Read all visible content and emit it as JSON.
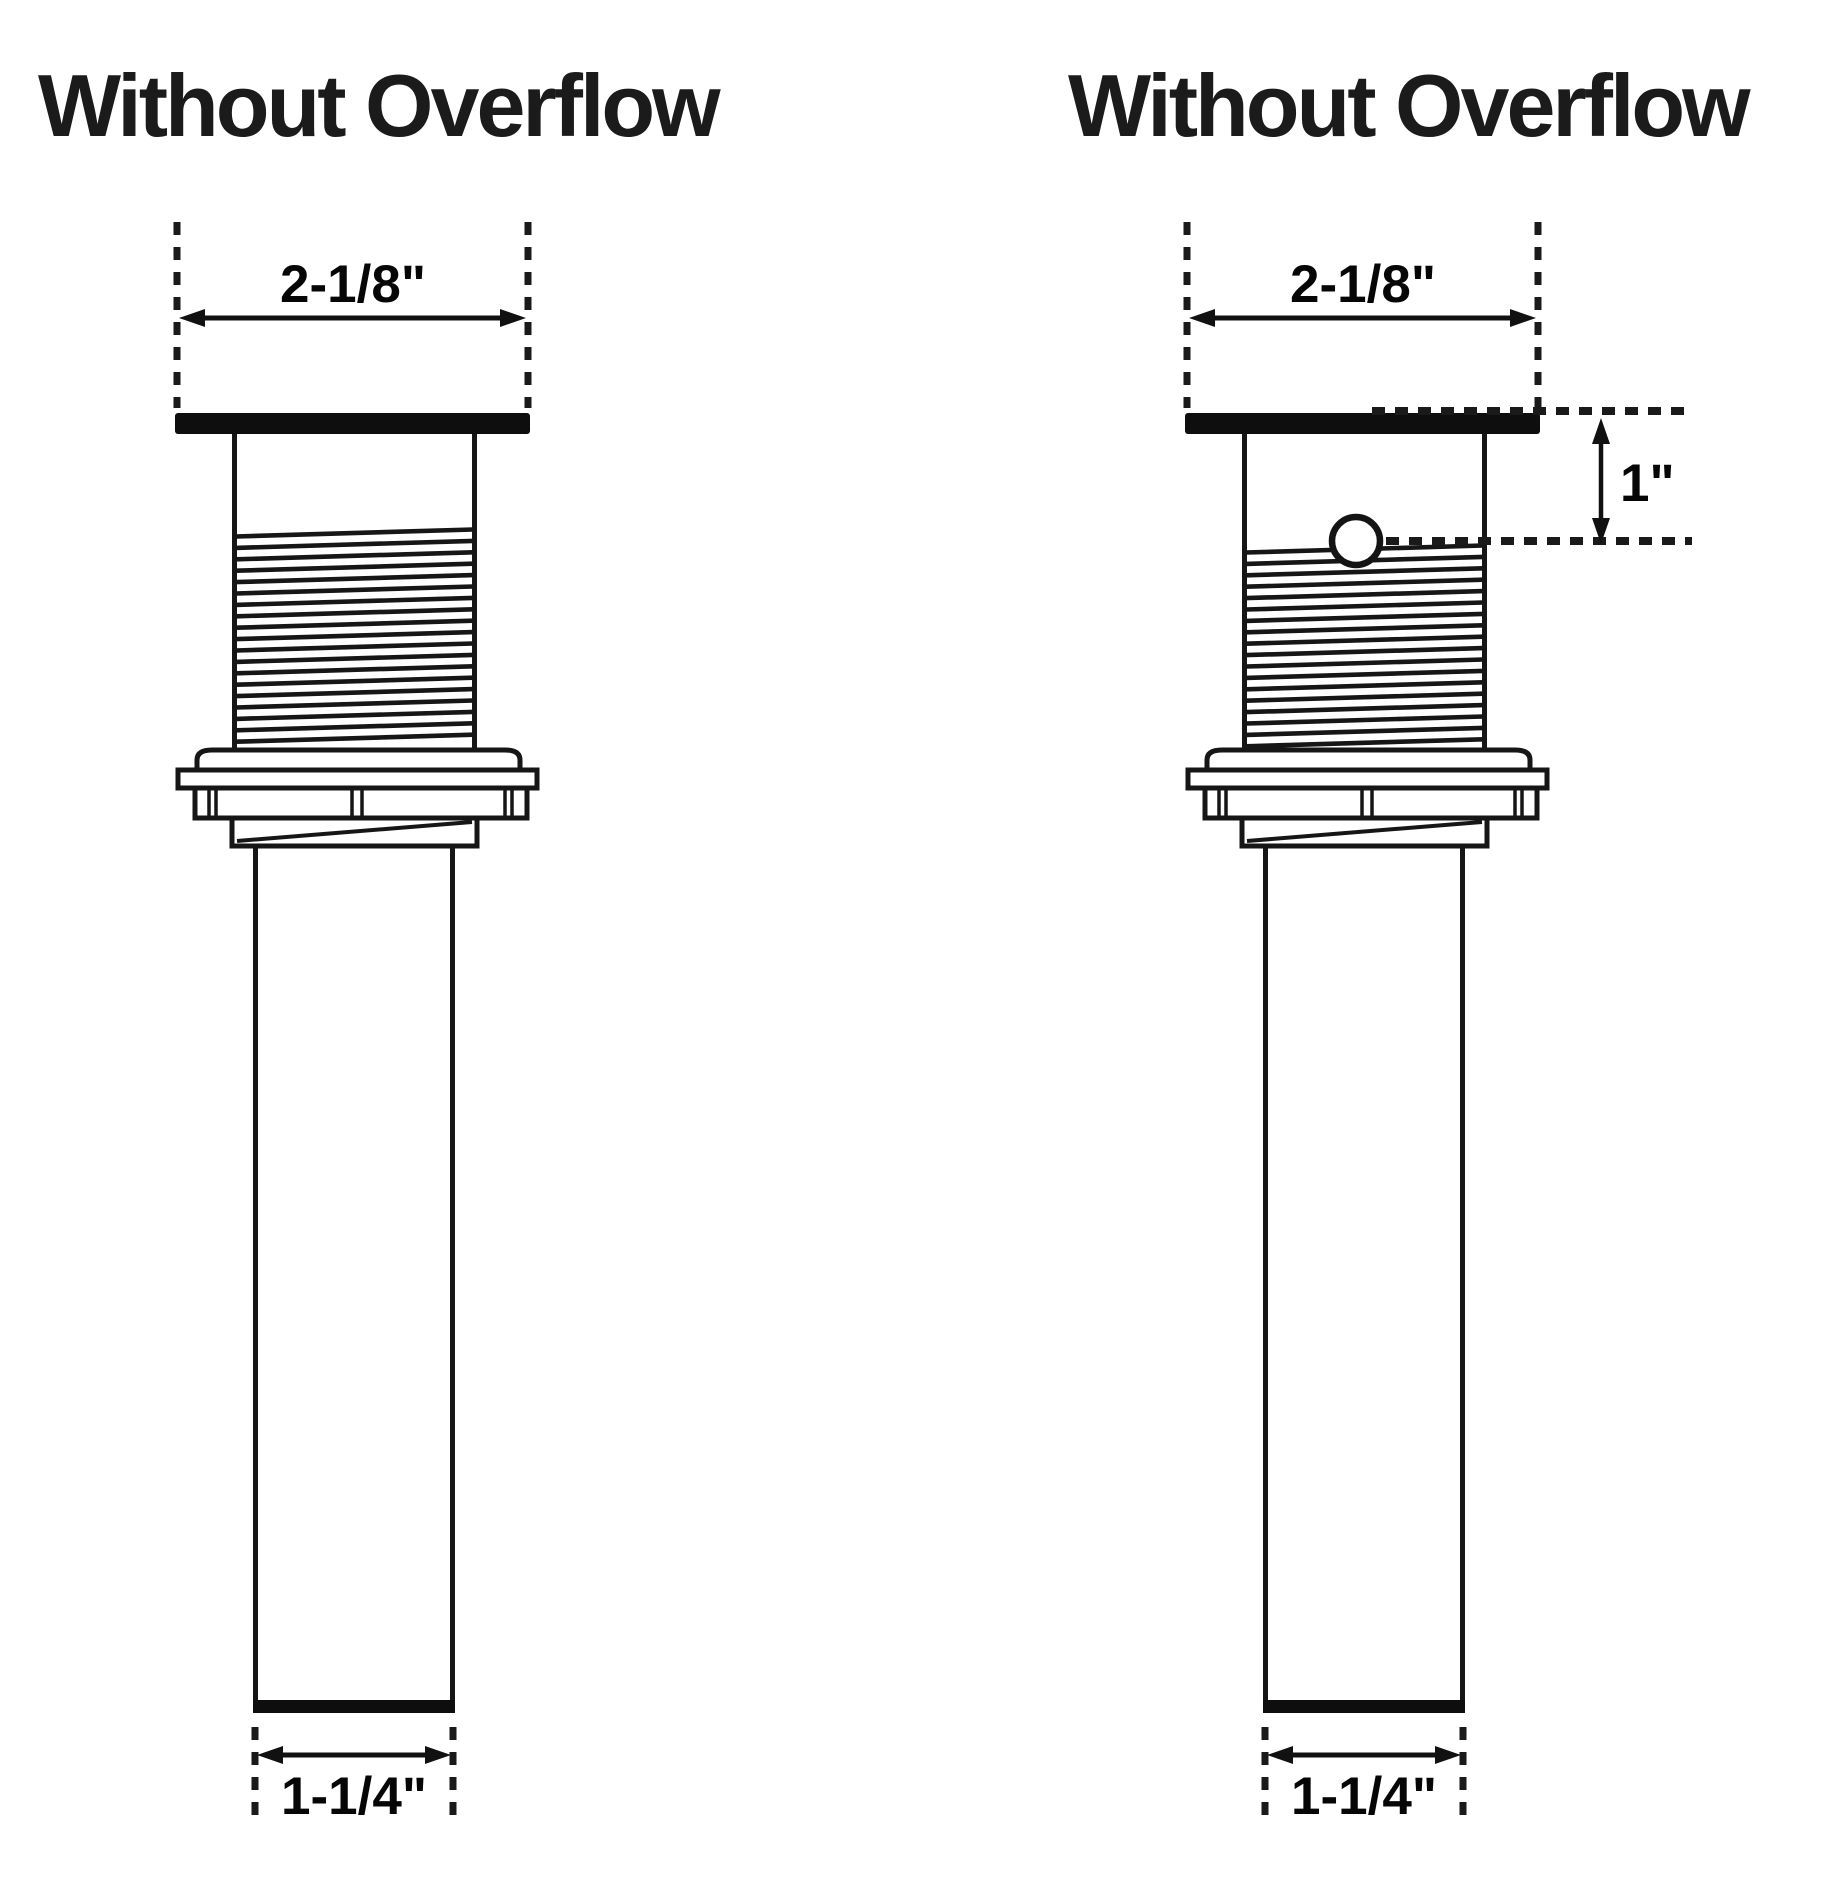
{
  "colors": {
    "background": "#ffffff",
    "line": "#161616",
    "cap_fill": "#0e0e0e",
    "hole_fill": "#ffffff",
    "text": "#1b1b1b"
  },
  "diagrams": [
    {
      "title": "Without Overflow",
      "top_width_label": "2-1/8\"",
      "bottom_width_label": "1-1/4\""
    },
    {
      "title": "Without Overflow",
      "top_width_label": "2-1/8\"",
      "bottom_width_label": "1-1/4\"",
      "overflow_depth_label": "1\""
    }
  ]
}
